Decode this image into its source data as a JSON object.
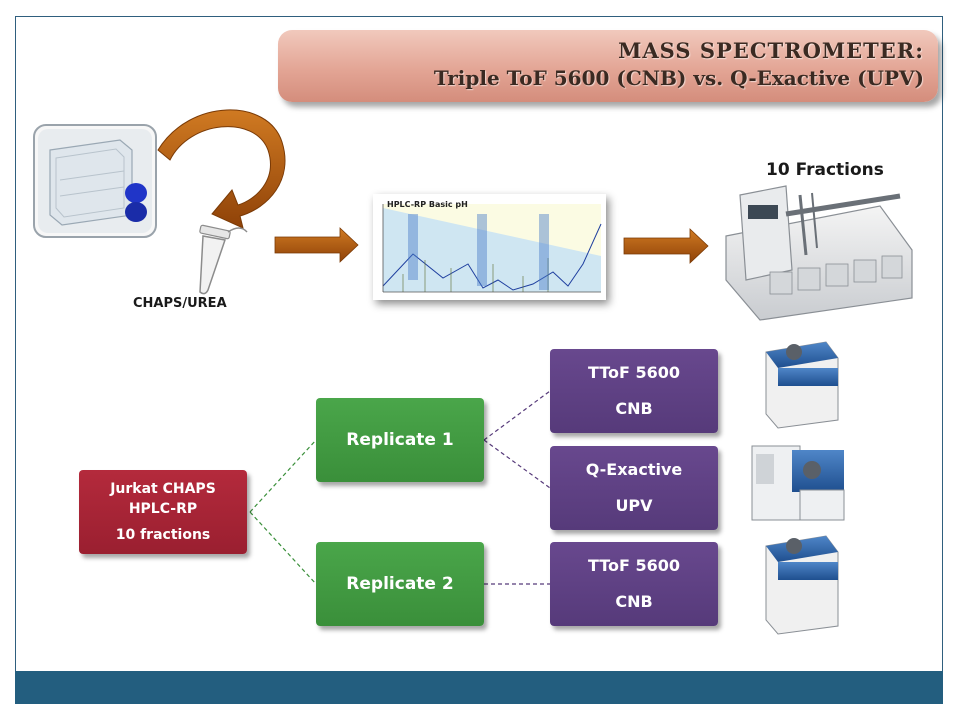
{
  "title": {
    "line1": "MASS SPECTROMETER:",
    "line2": "Triple  ToF 5600 (CNB) vs. Q-Exactive (UPV)"
  },
  "labels": {
    "chaps_urea": "CHAPS/UREA",
    "fractions": "10 Fractions",
    "hplc_chart": "HPLC-RP Basic pH"
  },
  "nodes": {
    "source": {
      "line1": "Jurkat CHAPS",
      "line2": "HPLC-RP",
      "line3": "10 fractions"
    },
    "replicate1": {
      "label": "Replicate 1"
    },
    "replicate2": {
      "label": "Replicate 2"
    },
    "ttof1": {
      "line1": "TToF 5600",
      "line2": "CNB"
    },
    "qexactive": {
      "line1": "Q-Exactive",
      "line2": "UPV"
    },
    "ttof2": {
      "line1": "TToF 5600",
      "line2": "CNB"
    }
  },
  "icons": [
    "cell-culture-flask-icon",
    "curved-arrow-icon",
    "microtube-icon",
    "right-arrow-icon",
    "fraction-collector-icon",
    "ttof-5600-instrument-icon",
    "q-exactive-instrument-icon"
  ],
  "colors": {
    "source_node": "#9a1f30",
    "replicate_node": "#3a8f3a",
    "instrument_node": "#563a7a",
    "arrow": "#a8560f",
    "footer": "#235e7f",
    "title_banner": "#e3a595"
  }
}
